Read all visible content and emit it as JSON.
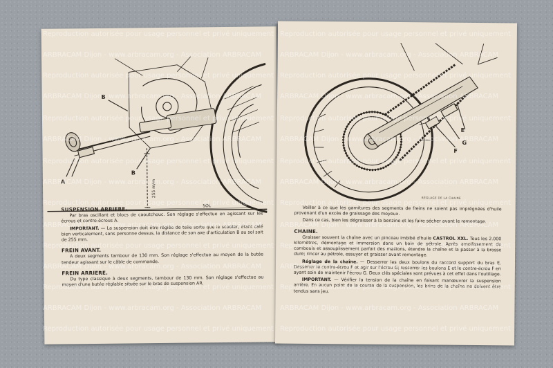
{
  "watermarks": {
    "line1": "Reproduction autorisée pour usage personnel et privé uniquement",
    "line2": "ARBRACAM Dijon - www.arbracam.org - Association ARBRACAM"
  },
  "left_page": {
    "figure_labels": {
      "b_top": "B",
      "b_bottom": "B",
      "a": "A",
      "dimension": "255 m/m",
      "sol": "SOL"
    },
    "suspension_arriere": {
      "heading": "SUSPENSION ARRIERE.",
      "body": "Par bras oscillant et blocs de caoutchouc. Son réglage s'effectue en agissant sur les écrous et contre-écrous A.",
      "important_label": "IMPORTANT.",
      "important_body": " — La suspension doit être réglée de telle sorte que le scooter, étant calé bien verticalement, sans personne dessus, la distance de son axe d'articulation B au sol soit de 255 mm."
    },
    "frein_avant": {
      "heading": "FREIN AVANT.",
      "body": "A deux segments tambour de 130 mm. Son réglage s'effectue au moyen de la butée tendeur agissant sur le câble de commande."
    },
    "frein_arriere": {
      "heading": "FREIN ARRIERE.",
      "body": "Du type classique à deux segments, tambour de 130 mm. Son réglage s'effectue au moyen d'une butée réglable située sur le bras de suspension AR."
    }
  },
  "right_page": {
    "figure_labels": {
      "e": "E",
      "g": "G",
      "f": "F"
    },
    "figure_caption": "RÉGLAGE DE LA CHAINE",
    "intro_p1": "Veiller à ce que les garnitures des segments de freins ne soient pas imprégnées d'huile provenant d'un excès de graissage des moyeux.",
    "intro_p2": "Dans ce cas, bien les dégraisser à la benzine et les faire sécher avant le remontage.",
    "chaine": {
      "heading": "CHAINE.",
      "body_pre": "Graisser souvent la chaîne avec un pinceau imbibé d'huile ",
      "castrol": "CASTROL XXL.",
      "body_post": " Tous les 2.000 kilomètres, démontage et immersion dans un bain de pétrole. Après amollissement du cambouis et assouplissement parfait des maillons, étendre la chaîne et la passer à la brosse dure; rincer au pétrole, essuyer et graisser avant remontage.",
      "reglage_label": "Réglage de la chaîne.",
      "reglage_body": " — Desserrer les deux boulons du raccord support du bras E. Desserrer le contre-écrou F et agir sur l'écrou G; resserrer les boulons E et le contre-écrou F en ayant soin de maintenir l'écrou G. Deux clés spéciales sont prévues à cet effet dans l'outillage.",
      "important_label": "IMPORTANT.",
      "important_body": " — Vérifier la tension de la chaîne en faisant manœuvrer la suspension arrière. En aucun point de la course de la suspension, les brins de la chaîne ne doivent être tendus sans jeu."
    }
  }
}
